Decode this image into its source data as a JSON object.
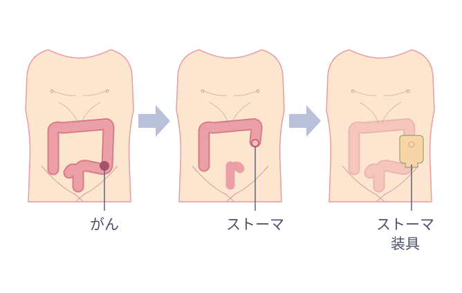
{
  "panels": [
    {
      "label": "がん"
    },
    {
      "label": "ストーマ"
    },
    {
      "label_line1": "ストーマ",
      "label_line2": "装具"
    }
  ],
  "colors": {
    "skin": "#fde6cf",
    "outline": "#e89aa0",
    "colon": "#eba0a6",
    "arrow": "#b9c0da",
    "text": "#4a4f6a"
  }
}
